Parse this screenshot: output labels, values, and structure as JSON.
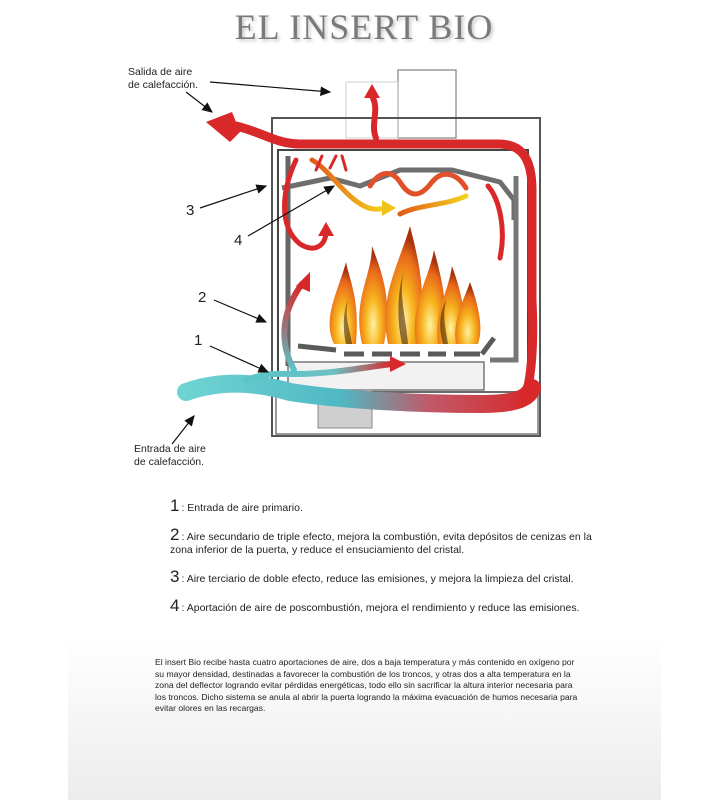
{
  "title": "EL INSERT BIO",
  "callouts": {
    "salida": "Salida de aire\nde calefacción.",
    "entrada": "Entrada de aire\nde calefacción.",
    "n1": "1",
    "n2": "2",
    "n3": "3",
    "n4": "4"
  },
  "legend": [
    {
      "num": "1",
      "text": ": Entrada de aire primario."
    },
    {
      "num": "2",
      "text": ": Aire secundario de triple efecto, mejora la combustión, evita depósitos de cenizas en la zona inferior de la puerta, y reduce el ensuciamiento del cristal."
    },
    {
      "num": "3",
      "text": ": Aire terciario de doble efecto, reduce las emisiones, y mejora la limpieza del cristal."
    },
    {
      "num": "4",
      "text": ": Aportación de aire de poscombustión, mejora el rendimiento y reduce las emisiones."
    }
  ],
  "description": "El insert  Bio recibe hasta cuatro aportaciones de aire, dos a baja temperatura y más contenido en oxígeno por su mayor densidad, destinadas a favorecer la combustión de los troncos, y otras dos a alta temperatura en la zona del deflector logrando evitar pérdidas energéticas, todo ello sin sacrificar la altura interior necesaria para los troncos. Dicho sistema se anula al abrir la puerta logrando la máxima evacuación de humos necesaria para evitar olores en las recargas.",
  "colors": {
    "hot": "#d8282a",
    "cold": "#4fc3c8",
    "flame": "#f08a1c",
    "steel": "#8a8a8a"
  }
}
